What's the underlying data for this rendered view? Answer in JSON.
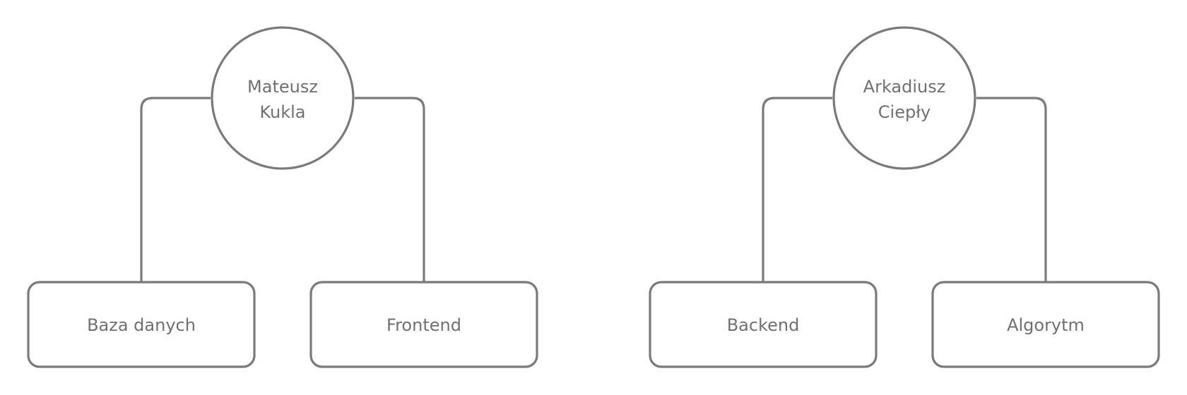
{
  "people": [
    {
      "name_line1": "Mateusz",
      "name_line2": "Kukla",
      "tasks": [
        "Baza danych",
        "Frontend"
      ]
    },
    {
      "name_line1": "Arkadiusz",
      "name_line2": "Ciepły",
      "tasks": [
        "Backend",
        "Algorytm"
      ]
    }
  ],
  "colors": {
    "stroke": "#7a7a7a",
    "text": "#707070",
    "background": "#ffffff"
  }
}
